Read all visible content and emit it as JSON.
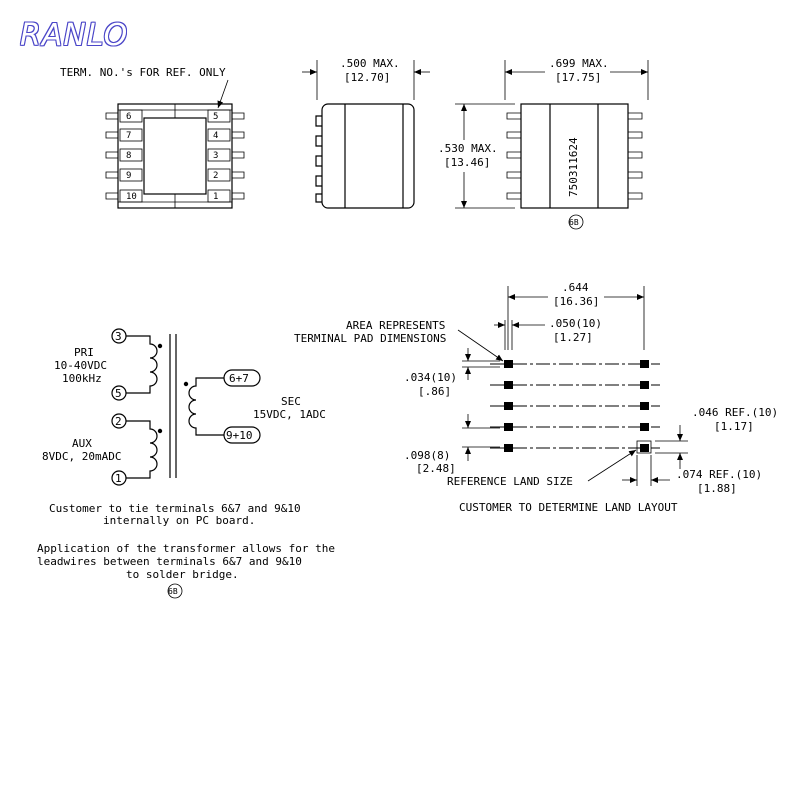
{
  "logo": "RANLO",
  "colors": {
    "logo_outline": "#4b46c8",
    "ink": "#000000",
    "background": "#ffffff"
  },
  "top_view": {
    "note": "TERM. NO.'s FOR REF. ONLY",
    "left_pins": [
      "6",
      "7",
      "8",
      "9",
      "10"
    ],
    "right_pins": [
      "5",
      "4",
      "3",
      "2",
      "1"
    ]
  },
  "side_view": {
    "dim_in": ".500 MAX.",
    "dim_mm": "[12.70]"
  },
  "front_view": {
    "width_in": ".699 MAX.",
    "width_mm": "[17.75]",
    "height_in": ".530 MAX.",
    "height_mm": "[13.46]",
    "part_number": "750311624",
    "badge": "6B"
  },
  "schematic": {
    "pri_label": "PRI",
    "pri_voltage": "10-40VDC",
    "pri_freq": "100kHz",
    "aux_label": "AUX",
    "aux_rating": "8VDC, 20mADC",
    "sec_label": "SEC",
    "sec_rating": "15VDC, 1ADC",
    "pins": {
      "p3": "3",
      "p5": "5",
      "p2": "2",
      "p1": "1",
      "p67": "6+7",
      "p910": "9+10"
    },
    "note1_line1": "Customer to tie terminals 6&7 and 9&10",
    "note1_line2": "internally on PC board.",
    "note2_line1": "Application of the transformer allows for the",
    "note2_line2": "leadwires between terminals 6&7 and 9&10",
    "note2_line3": "to solder bridge.",
    "badge": "6B"
  },
  "land_layout": {
    "width_in": ".644",
    "width_mm": "[16.36]",
    "area_line1": "AREA REPRESENTS",
    "area_line2": "TERMINAL PAD DIMENSIONS",
    "pad_w_in": ".050(10)",
    "pad_w_mm": "[1.27]",
    "pitch_in": ".034(10)",
    "pitch_mm": "[.86]",
    "row_in": ".098(8)",
    "row_mm": "[2.48]",
    "ref_h_in": ".046 REF.(10)",
    "ref_h_mm": "[1.17]",
    "ref_w_in": ".074 REF.(10)",
    "ref_w_mm": "[1.88]",
    "ref_land": "REFERENCE LAND SIZE",
    "caption": "CUSTOMER TO DETERMINE LAND LAYOUT"
  }
}
